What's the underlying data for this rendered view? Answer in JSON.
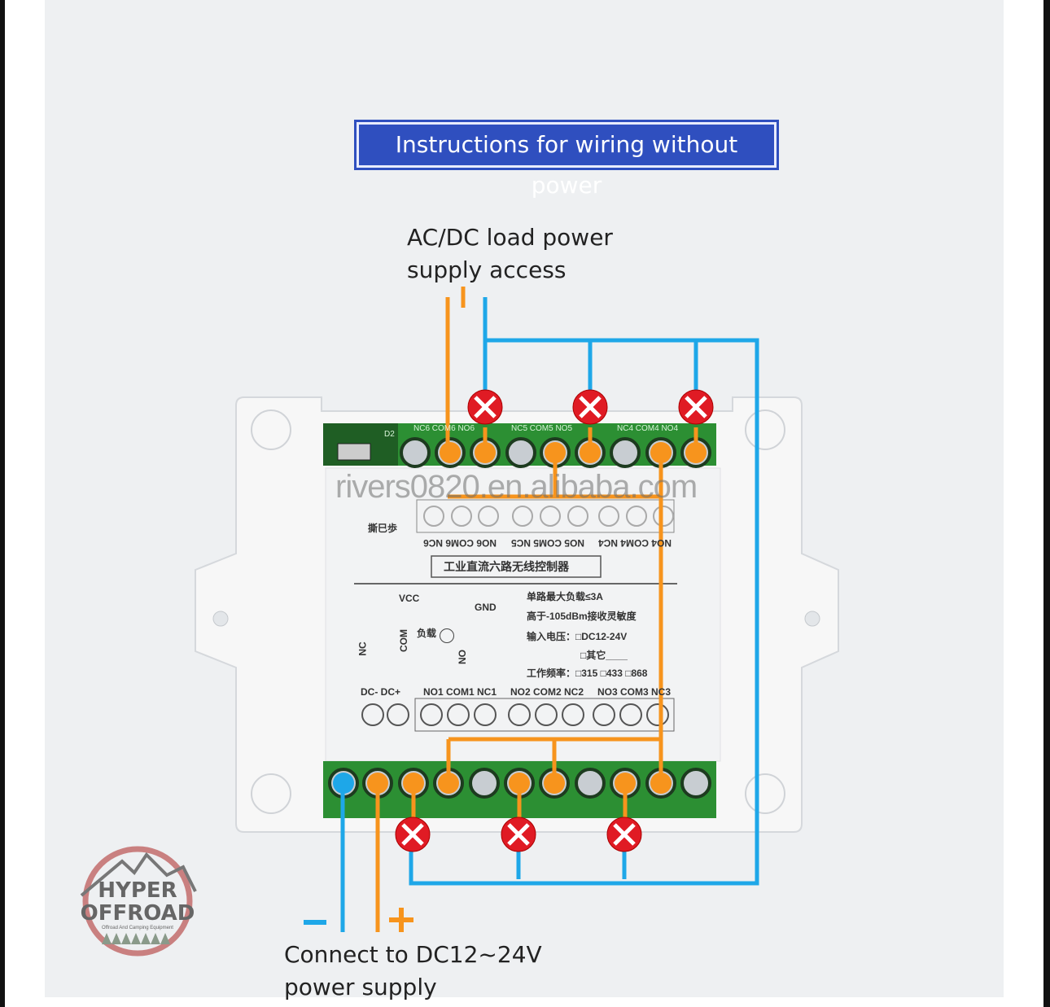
{
  "title": "Instructions for wiring without power",
  "load_label": {
    "line1": "AC/DC load power",
    "line2": "supply access"
  },
  "power_label": {
    "line1": "Connect to DC12~24V",
    "line2": "power supply",
    "minus": "−",
    "plus": "+"
  },
  "watermark": "rivers0820.en.alibaba.com",
  "device": {
    "name_cn": "工业直流六路无线控制器",
    "side_mark": "撕巳歩",
    "top_terminals": [
      "NC6 COM6 NO6",
      "NC5 COM5 NO5",
      "NC4 COM4 NO4"
    ],
    "top_flipped": [
      "NO6 COM6 NC6",
      "NO5 COM5 NC5",
      "NO4 COM4 NC4"
    ],
    "bottom_terminals": [
      "DC- DC+",
      "NO1 COM1 NC1",
      "NO2 COM2 NC2",
      "NO3 COM3 NC3"
    ],
    "diagram_labels": {
      "vcc": "VCC",
      "gnd": "GND",
      "nc": "NC",
      "com": "COM",
      "no": "NO",
      "load": "负载"
    },
    "specs": [
      "单路最大负载≤3A",
      "高于-105dBm接收灵敏度",
      "输入电压：□DC12-24V",
      "□其它____",
      "工作频率：□315 □433 □868"
    ],
    "pcb_label": "D2"
  },
  "logo": {
    "line1": "HYPER",
    "line2": "OFFROAD",
    "tagline": "Offroad And Camping Equipment"
  },
  "colors": {
    "orange": "#f7941d",
    "blue": "#1ea7e8",
    "green": "#2e9e3a",
    "red": "#e01b24",
    "banner": "#2f4fbf"
  }
}
